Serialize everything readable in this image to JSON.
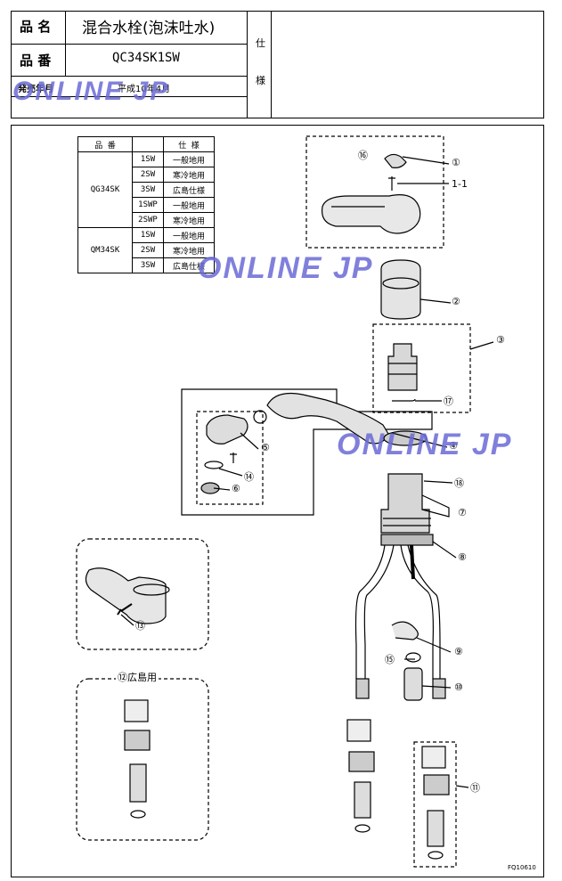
{
  "header": {
    "name_label": "品 名",
    "name_value": "混合水栓(泡沫吐水)",
    "code_label": "品 番",
    "code_value": "QC34SK1SW",
    "date_label": "発売年月",
    "date_value": "平成10年4月",
    "spec_label_1": "仕",
    "spec_label_2": "様"
  },
  "watermarks": [
    "ONLINE JP",
    "ONLINE JP",
    "ONLINE JP"
  ],
  "spec_table": {
    "headers": [
      "品 番",
      "",
      "仕 様"
    ],
    "groups": [
      {
        "model": "QG34SK",
        "rows": [
          [
            "1SW",
            "一般地用"
          ],
          [
            "2SW",
            "寒冷地用"
          ],
          [
            "3SW",
            "広島仕様"
          ],
          [
            "1SWP",
            "一般地用"
          ],
          [
            "2SWP",
            "寒冷地用"
          ]
        ]
      },
      {
        "model": "QM34SK",
        "rows": [
          [
            "1SW",
            "一般地用"
          ],
          [
            "2SW",
            "寒冷地用"
          ],
          [
            "3SW",
            "広島仕様"
          ]
        ]
      }
    ]
  },
  "callouts": [
    "⑯",
    "①",
    "1-1",
    "②",
    "③",
    "⑰",
    "⑤",
    "④",
    "⑭",
    "⑥",
    "⑱",
    "⑦",
    "⑧",
    "⑬",
    "⑨",
    "⑮",
    "⑩",
    "⑪"
  ],
  "hiroshima_label": "⑫広島用",
  "footer_code": "FQ10610"
}
